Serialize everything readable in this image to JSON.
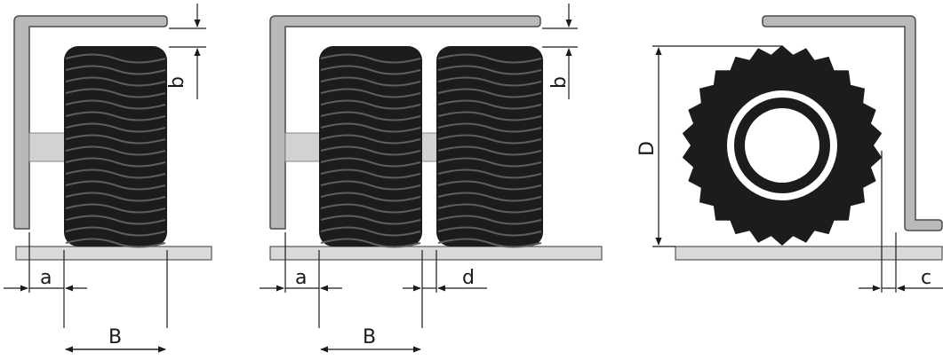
{
  "colors": {
    "frame_fill": "#b9b9b9",
    "frame_stroke": "#4a4a4a",
    "tire_fill": "#1c1c1c",
    "tread_line": "#5e5e5e",
    "ground_fill": "#d9d9d9",
    "axle_fill": "#d2d2d2",
    "dim_line": "#1a1a1a"
  },
  "labels": {
    "panel1": {
      "a": "a",
      "b": "b",
      "B": "B"
    },
    "panel2": {
      "a": "a",
      "b": "b",
      "B": "B",
      "d": "d"
    },
    "panel3": {
      "D": "D",
      "c": "c"
    }
  }
}
